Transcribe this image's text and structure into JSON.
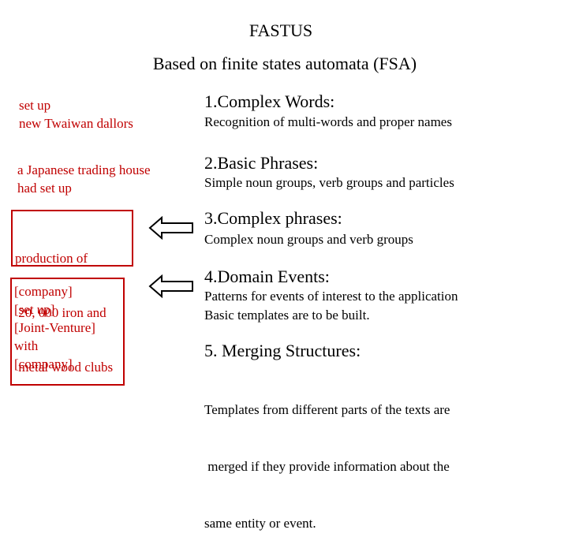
{
  "title": "FASTUS",
  "subtitle": "Based on finite states automata (FSA)",
  "examples": [
    {
      "lines": [
        "set up",
        "new Twaiwan dallors"
      ]
    },
    {
      "lines": [
        "a Japanese trading house",
        "had set up"
      ]
    },
    {
      "lines": [
        "production of",
        " 20, 000 iron and",
        " metal wood clubs"
      ]
    },
    {
      "lines": [
        "[company]",
        "[set up]",
        "[Joint-Venture]",
        "with",
        "[company]"
      ]
    }
  ],
  "steps": [
    {
      "title": "1.Complex Words:",
      "desc": [
        "Recognition of multi-words and proper names"
      ]
    },
    {
      "title": "2.Basic Phrases:",
      "desc": [
        "Simple noun groups, verb groups and particles"
      ]
    },
    {
      "title": "3.Complex phrases:",
      "desc": [
        "Complex noun groups and verb groups"
      ]
    },
    {
      "title": "4.Domain Events:",
      "desc": [
        "Patterns for events of interest to the application",
        "Basic templates are to be built."
      ]
    },
    {
      "title": "5. Merging Structures:",
      "desc": [
        "Templates from different parts of the texts are",
        " merged if they provide information about the",
        "same entity or event."
      ]
    }
  ],
  "colors": {
    "example_text": "#c00000",
    "box_border": "#c00000",
    "text": "#000000"
  },
  "icons": [
    "left-arrow-icon",
    "left-arrow-icon"
  ]
}
